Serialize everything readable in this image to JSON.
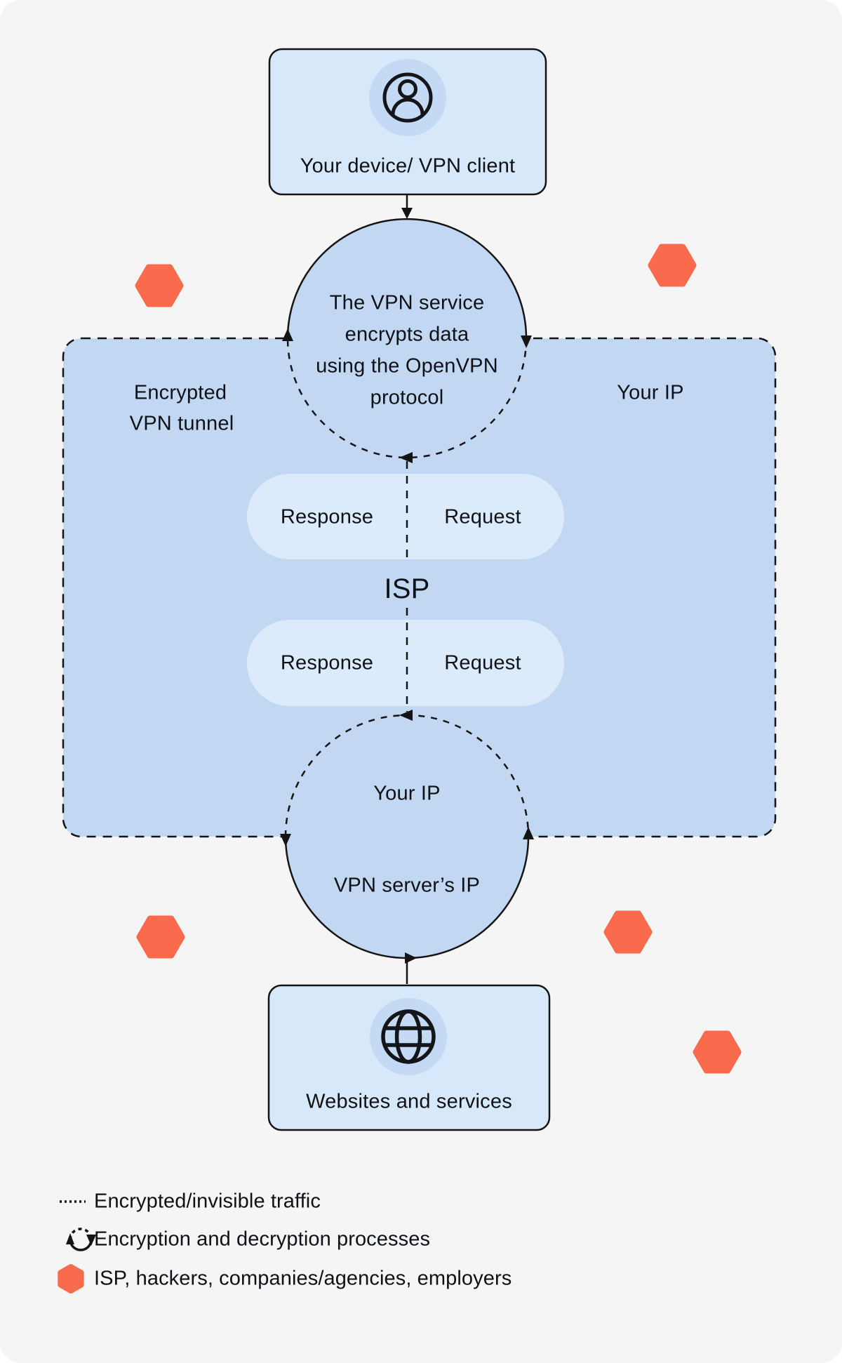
{
  "diagram": {
    "device": {
      "label": "Your device/ VPN client"
    },
    "encryption_node": {
      "line1": "The VPN service",
      "line2": "encrypts data",
      "line3": "using the OpenVPN",
      "line4": "protocol"
    },
    "tunnel": {
      "label_line1": "Encrypted",
      "label_line2": "VPN tunnel",
      "your_ip_label": "Your IP"
    },
    "isp_label": "ISP",
    "upper_pill": {
      "left": "Response",
      "right": "Request"
    },
    "lower_pill": {
      "left": "Response",
      "right": "Request"
    },
    "exit_node": {
      "your_ip_label": "Your IP",
      "server_ip_label": "VPN server’s IP"
    },
    "websites": {
      "label": "Websites and services"
    }
  },
  "legend": {
    "items": [
      {
        "icon": "dashed-line-icon",
        "label": "Encrypted/invisible traffic"
      },
      {
        "icon": "cycle-icon",
        "label": "Encryption and decryption processes"
      },
      {
        "icon": "hexagon-icon",
        "label": "ISP, hackers, companies/agencies, employers"
      }
    ]
  },
  "colors": {
    "background": "#F5F5F6",
    "tunnel_fill": "#C2D7F2",
    "node_fill": "#D7E8FB",
    "pill_fill": "#DCEBFC",
    "icon_badge_fill": "#C4D9F3",
    "hexagon": "#FA6B4E",
    "line": "#141414",
    "text": "#0E1116"
  }
}
